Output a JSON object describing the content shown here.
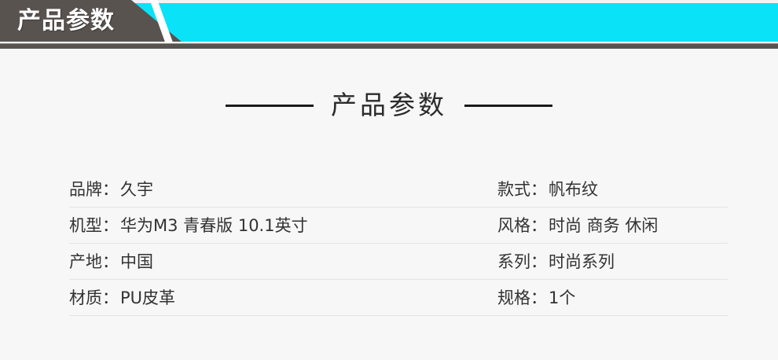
{
  "banner": {
    "title": "产品参数",
    "colors": {
      "tab": "#595350",
      "cyan": "#0ae2f8",
      "bottom_bar": "#595350",
      "background": "#f7f7f7"
    }
  },
  "section": {
    "heading": "产品参数",
    "rule_left": "",
    "rule_right": ""
  },
  "spec_table": {
    "rows": [
      {
        "left": {
          "label": "品牌：",
          "value": "久宇"
        },
        "right": {
          "label": "款式：",
          "value": "帆布纹"
        }
      },
      {
        "left": {
          "label": "机型：",
          "value": "华为M3 青春版 10.1英寸"
        },
        "right": {
          "label": "风格：",
          "value": "时尚 商务 休闲"
        }
      },
      {
        "left": {
          "label": "产地：",
          "value": "中国"
        },
        "right": {
          "label": "系列：",
          "value": "时尚系列"
        }
      },
      {
        "left": {
          "label": "材质：",
          "value": "PU皮革"
        },
        "right": {
          "label": "规格：",
          "value": "1个"
        }
      }
    ]
  }
}
